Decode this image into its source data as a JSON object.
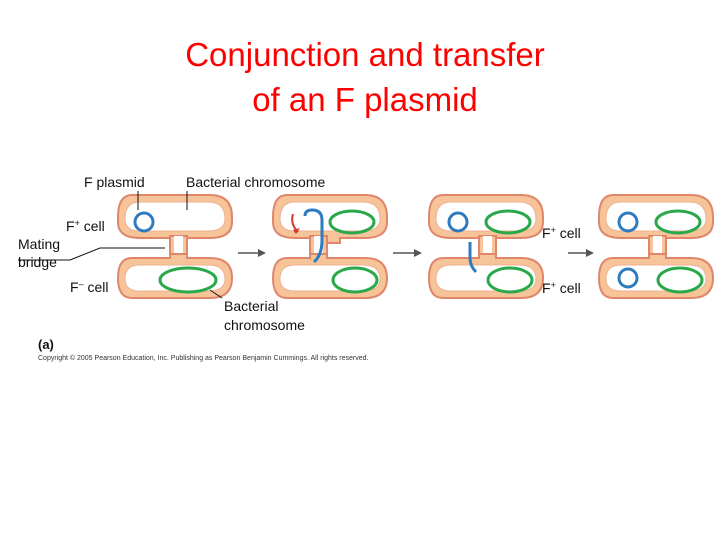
{
  "title": {
    "line1": "Conjunction and transfer",
    "line2": "of an F plasmid"
  },
  "labels": {
    "f_plasmid": "F plasmid",
    "bacterial_chromosome_top": "Bacterial chromosome",
    "f_plus_cell_left_main": "F",
    "f_plus_cell_left_sup": "+",
    "f_plus_cell_left_rest": " cell",
    "mating_bridge_line1": "Mating",
    "mating_bridge_line2": "bridge",
    "f_minus_cell_main": "F",
    "f_minus_cell_sup": "–",
    "f_minus_cell_rest": " cell",
    "f_plus_cell_right_top_main": "F",
    "f_plus_cell_right_top_sup": "+",
    "f_plus_cell_right_top_rest": " cell",
    "f_plus_cell_right_bottom_main": "F",
    "f_plus_cell_right_bottom_sup": "+",
    "f_plus_cell_right_bottom_rest": " cell",
    "bacterial_chromosome_bottom_line1": "Bacterial",
    "bacterial_chromosome_bottom_line2": "chromosome"
  },
  "panel_label": "(a)",
  "copyright": "Copyright © 2005 Pearson Education, Inc. Publishing as Pearson Benjamin Cummings. All rights reserved.",
  "colors": {
    "title": "#ff0000",
    "cell_fill": "#f7c49a",
    "cell_border": "#e0866b",
    "inner_fill": "#ffffff",
    "plasmid": "#2e7bbf",
    "chromosome": "#2aa84a",
    "arrow": "#555555"
  }
}
